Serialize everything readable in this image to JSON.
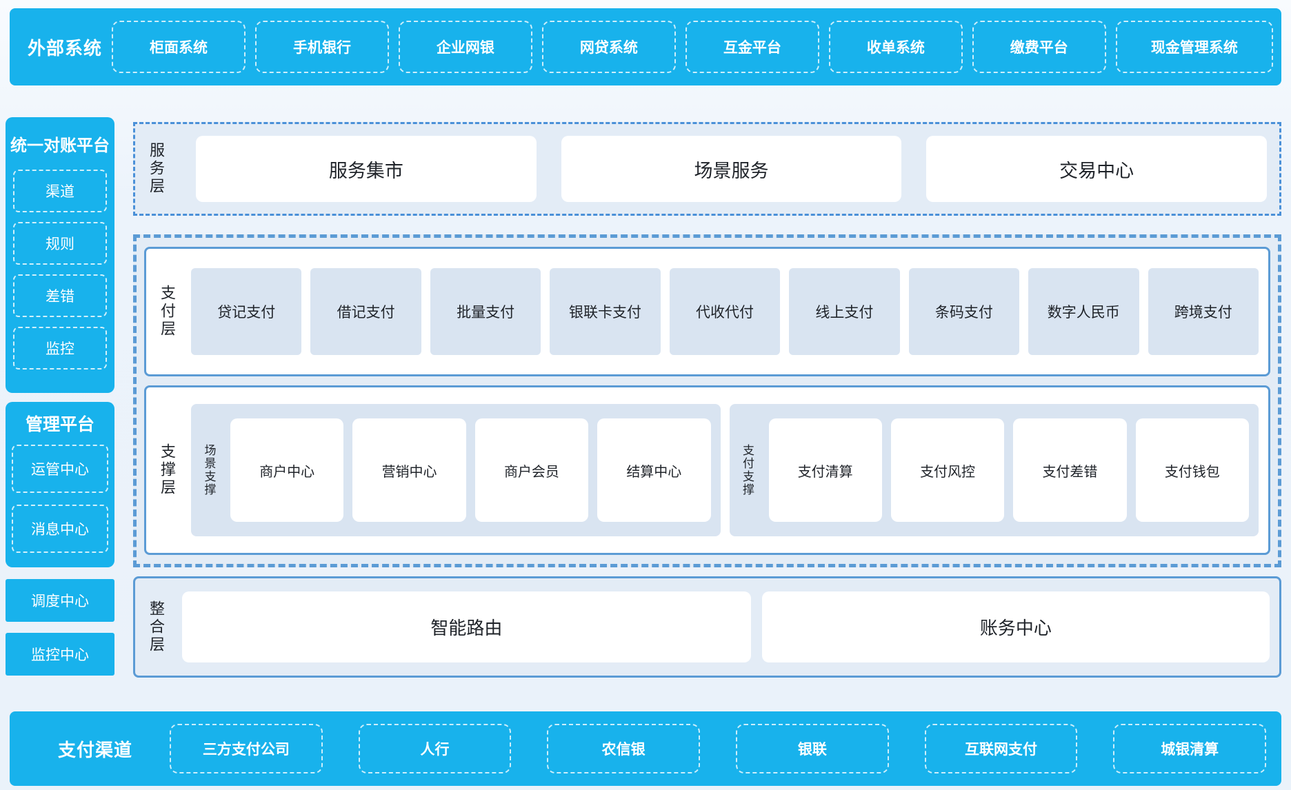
{
  "colors": {
    "cyan": "#18b2ec",
    "panel_border_blue": "#5b9bd5",
    "dashdot_border_blue": "#4a90d8",
    "panel_bg_light": "#e3ecf6",
    "card_bg_light": "#d9e4f1",
    "text_dark": "#1f2329",
    "text_white": "#ffffff"
  },
  "top_banner": {
    "title": "外部系统",
    "items": [
      "柜面系统",
      "手机银行",
      "企业网银",
      "网贷系统",
      "互金平台",
      "收单系统",
      "缴费平台",
      "现金管理系统"
    ]
  },
  "sidebar": {
    "reconciliation": {
      "title": "统一对账平台",
      "items": [
        "渠道",
        "规则",
        "差错",
        "监控"
      ]
    },
    "management": {
      "title": "管理平台",
      "items": [
        "运管中心",
        "消息中心"
      ]
    },
    "solo": [
      "调度中心",
      "监控中心"
    ]
  },
  "service_layer": {
    "label": "服务层",
    "items": [
      "服务集市",
      "场景服务",
      "交易中心"
    ]
  },
  "payment_layer": {
    "label": "支付层",
    "items": [
      "贷记支付",
      "借记支付",
      "批量支付",
      "银联卡支付",
      "代收代付",
      "线上支付",
      "条码支付",
      "数字人民币",
      "跨境支付"
    ]
  },
  "support_layer": {
    "label": "支撑层",
    "groups": [
      {
        "label": "场景支撑",
        "items": [
          "商户中心",
          "营销中心",
          "商户会员",
          "结算中心"
        ]
      },
      {
        "label": "支付支撑",
        "items": [
          "支付清算",
          "支付风控",
          "支付差错",
          "支付钱包"
        ]
      }
    ]
  },
  "integration_layer": {
    "label": "整合层",
    "items": [
      "智能路由",
      "账务中心"
    ]
  },
  "bottom_banner": {
    "title": "支付渠道",
    "items": [
      "三方支付公司",
      "人行",
      "农信银",
      "银联",
      "互联网支付",
      "城银清算"
    ]
  }
}
